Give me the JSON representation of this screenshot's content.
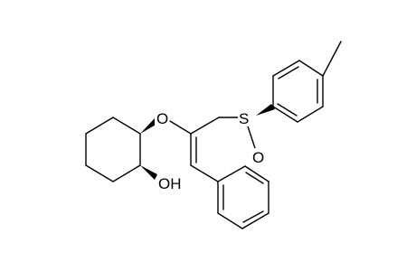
{
  "atoms": {
    "O_ether": "O",
    "O_hydroxyl": "OH",
    "S": "S",
    "O_sulfoxide": "O"
  }
}
